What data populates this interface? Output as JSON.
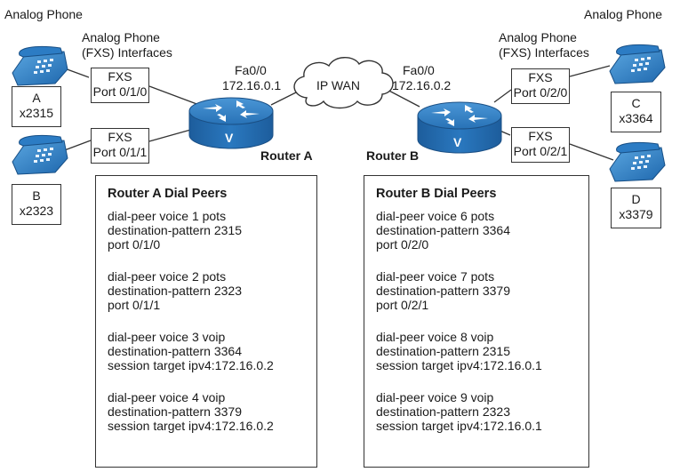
{
  "phones": {
    "left_title": "Analog Phone",
    "right_title": "Analog Phone",
    "a": {
      "letter": "A",
      "ext": "x2315"
    },
    "b": {
      "letter": "B",
      "ext": "x2323"
    },
    "c": {
      "letter": "C",
      "ext": "x3364"
    },
    "d": {
      "letter": "D",
      "ext": "x3379"
    }
  },
  "interfaces_label": {
    "line1": "Analog Phone",
    "line2": "(FXS) Interfaces"
  },
  "fxs": {
    "a": {
      "type": "FXS",
      "port": "Port 0/1/0"
    },
    "b": {
      "type": "FXS",
      "port": "Port 0/1/1"
    },
    "c": {
      "type": "FXS",
      "port": "Port 0/2/0"
    },
    "d": {
      "type": "FXS",
      "port": "Port 0/2/1"
    }
  },
  "routers": {
    "a": {
      "name": "Router A",
      "iface": "Fa0/0",
      "ip": "172.16.0.1",
      "symbol": "V"
    },
    "b": {
      "name": "Router B",
      "iface": "Fa0/0",
      "ip": "172.16.0.2",
      "symbol": "V"
    }
  },
  "wan": {
    "label": "IP WAN"
  },
  "dial_peers": {
    "a": {
      "title": "Router A Dial Peers",
      "groups": [
        [
          "dial-peer voice 1 pots",
          "destination-pattern 2315",
          "port 0/1/0"
        ],
        [
          "dial-peer voice 2 pots",
          "destination-pattern 2323",
          "port 0/1/1"
        ],
        [
          "dial-peer voice 3 voip",
          "destination-pattern 3364",
          "session target ipv4:172.16.0.2"
        ],
        [
          "dial-peer voice 4 voip",
          "destination-pattern 3379",
          "session target ipv4:172.16.0.2"
        ]
      ]
    },
    "b": {
      "title": "Router B Dial Peers",
      "groups": [
        [
          "dial-peer voice 6 pots",
          "destination-pattern 3364",
          "port 0/2/0"
        ],
        [
          "dial-peer voice 7 pots",
          "destination-pattern 3379",
          "port 0/2/1"
        ],
        [
          "dial-peer voice 8 voip",
          "destination-pattern 2315",
          "session target ipv4:172.16.0.1"
        ],
        [
          "dial-peer voice 9 voip",
          "destination-pattern 2323",
          "session target ipv4:172.16.0.1"
        ]
      ]
    }
  },
  "colors": {
    "accent_blue": "#1f6fb8",
    "router_top": "#2f7fc6",
    "router_side": "#1b5a99",
    "line": "#333333"
  }
}
